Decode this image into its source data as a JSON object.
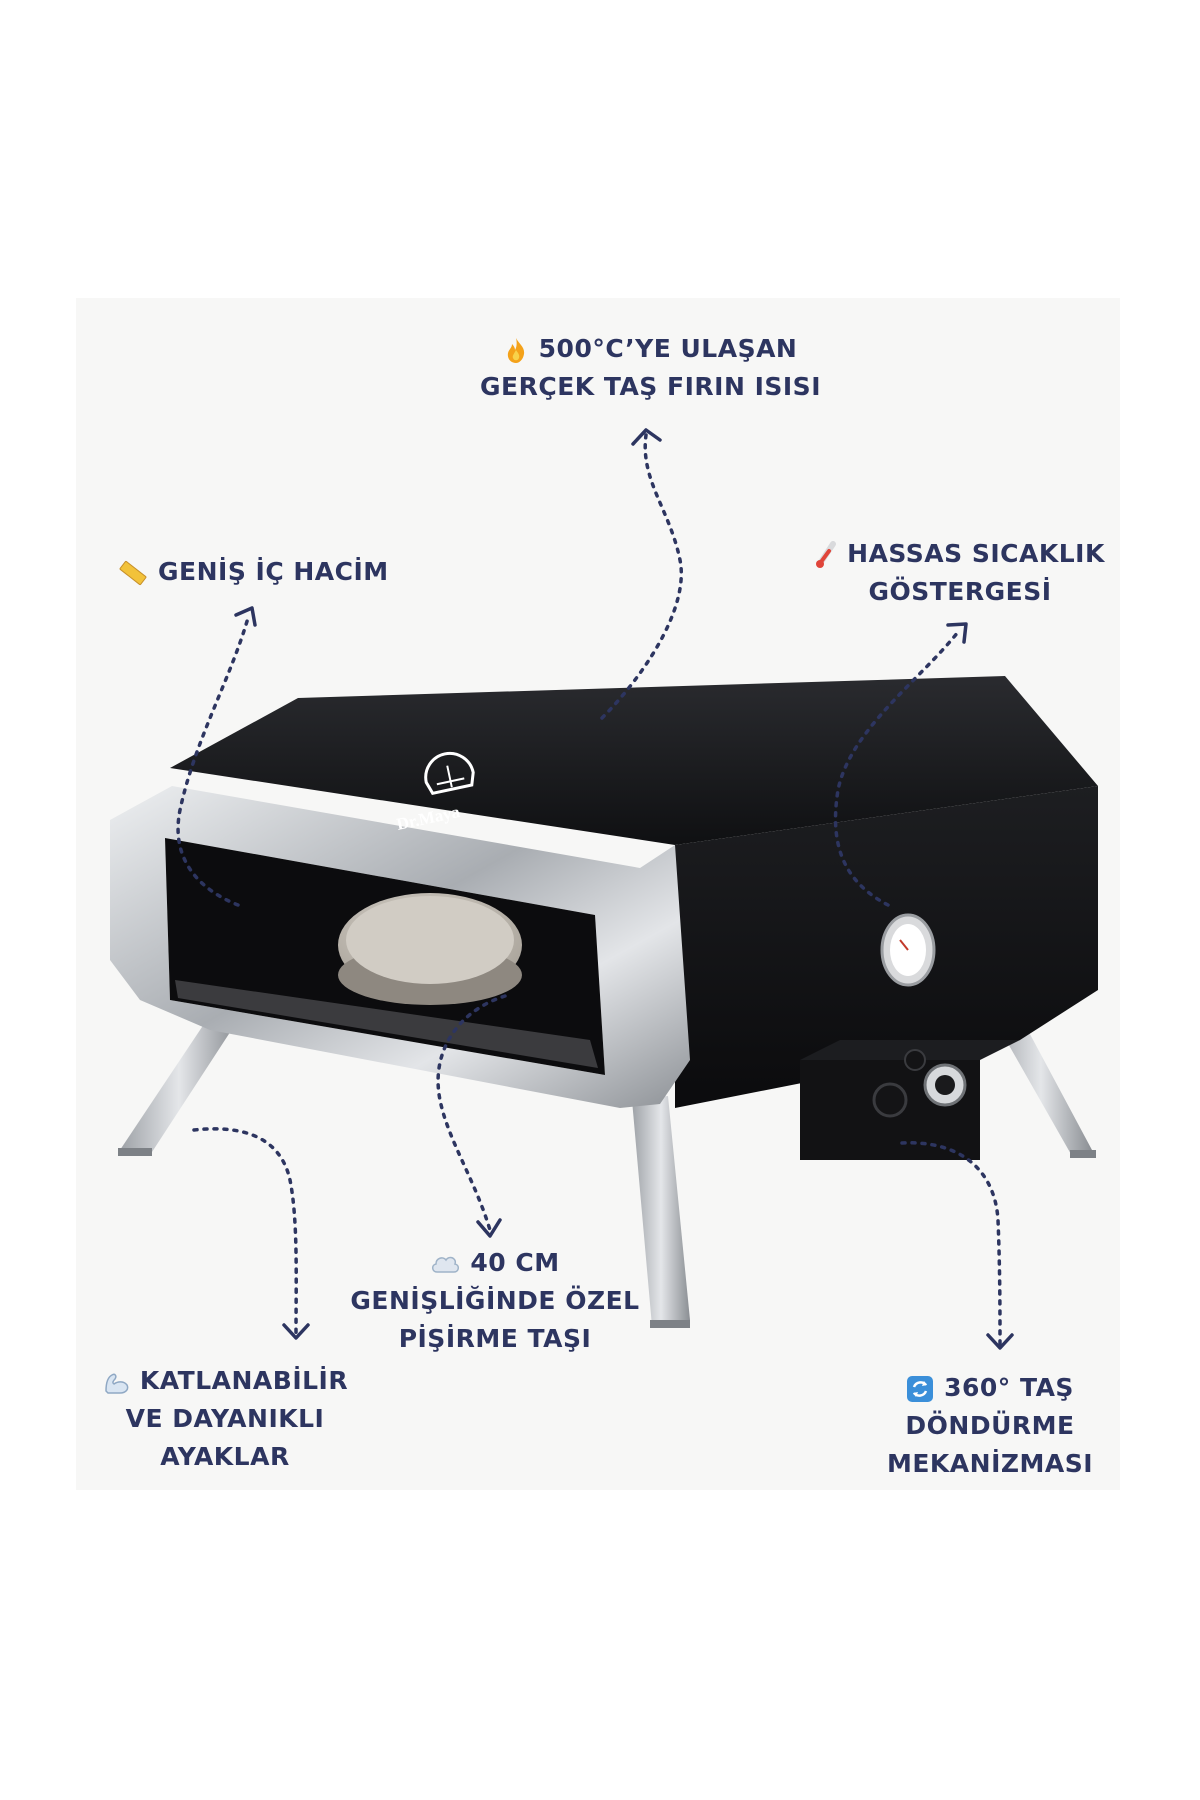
{
  "brand": "Dr.Maya",
  "colors": {
    "label_text": "#2d3560",
    "arrow": "#2d3560",
    "panel_bg": "#f7f7f6",
    "oven_body": "#16171a",
    "frame_silver": "#c9ccd0"
  },
  "features": {
    "heat": {
      "icon": "fire-icon",
      "line1": "500°C’YE ULAŞAN",
      "line2": "GERÇEK TAŞ FIRIN ISISI"
    },
    "volume": {
      "icon": "ruler-icon",
      "line1": "GENİŞ İÇ HACİM"
    },
    "gauge": {
      "icon": "thermometer-icon",
      "line1": "HASSAS SICAKLIK",
      "line2": "GÖSTERGESİ"
    },
    "stone": {
      "icon": "cloud-icon",
      "line1": "40 CM",
      "line2": "GENİŞLİĞİNDE ÖZEL",
      "line3": "PİŞİRME TAŞI"
    },
    "legs": {
      "icon": "flexed-arm-icon",
      "line1": "KATLANABİLİR",
      "line2": "VE DAYANIKLI",
      "line3": "AYAKLAR"
    },
    "rotation": {
      "icon": "rotate-icon",
      "line1": "360° TAŞ",
      "line2": "DÖNDÜRME",
      "line3": "MEKANİZMASI"
    }
  }
}
